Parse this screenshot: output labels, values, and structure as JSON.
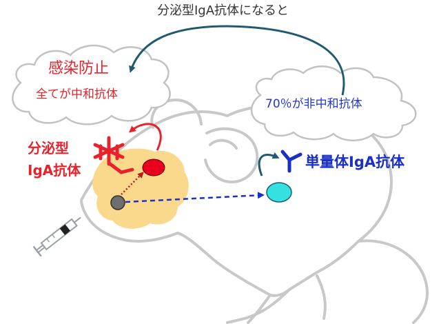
{
  "labels": {
    "top_caption": "分泌型IgA抗体になると",
    "protection": "感染防止",
    "all_neutralizing": "全てが中和抗体",
    "non_neutralizing": "70％が非中和抗体",
    "secretory_line1": "分泌型",
    "secretory_line2": "IgA抗体",
    "monomeric": "単量体IgA抗体"
  },
  "icons": [
    "mouse-outline",
    "syringe-icon",
    "secretory-iga-icon",
    "monomeric-iga-icon",
    "cloud-shape"
  ],
  "colors": {
    "red": "#e8222a",
    "blue": "#1a2fc8",
    "teal_arrow": "#1f5a70",
    "mouse_outline": "#c8c8c8",
    "nasal_tissue": "#fbd98c",
    "red_cell": "#e8001e",
    "cyan_cell": "#35e0e0",
    "gray_cell": "#6e6e6e"
  }
}
